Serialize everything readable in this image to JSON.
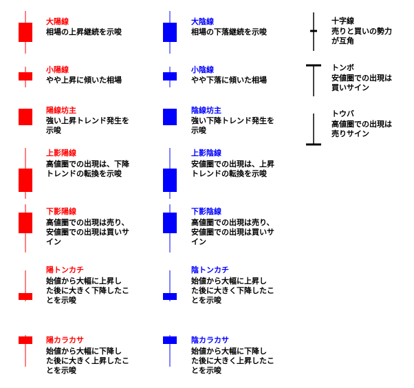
{
  "colors": {
    "bullish": "#ff0000",
    "bearish": "#0000ff",
    "neutral": "#000000"
  },
  "patterns": [
    {
      "id": "dai-yosen",
      "name": "大陽線",
      "desc": [
        "相場の上昇継続を示唆"
      ],
      "color": "red"
    },
    {
      "id": "sho-yosen",
      "name": "小陽線",
      "desc": [
        "やや上昇に傾いた相場"
      ],
      "color": "red"
    },
    {
      "id": "yosen-bozu",
      "name": "陽線坊主",
      "desc": [
        "強い上昇トレンド発生を",
        "示唆"
      ],
      "color": "red"
    },
    {
      "id": "uwakage-yosen",
      "name": "上影陽線",
      "desc": [
        "高値圏での出現は、下降",
        "トレンドの転換を示唆"
      ],
      "color": "red"
    },
    {
      "id": "shitakage-yosen",
      "name": "下影陽線",
      "desc": [
        "高値圏での出現は売り、",
        "安値圏での出現は買いサ",
        "イン"
      ],
      "color": "red"
    },
    {
      "id": "yo-tonkachi",
      "name": "陽トンカチ",
      "desc": [
        "始値から大幅に上昇し",
        "た後に大きく下降したこ",
        "とを示唆"
      ],
      "color": "red"
    },
    {
      "id": "yo-karakasa",
      "name": "陽カラカサ",
      "desc": [
        "始値から大幅に下降し",
        "た後に大きく上昇したこ",
        "とを示唆"
      ],
      "color": "red"
    },
    {
      "id": "dai-insen",
      "name": "大陰線",
      "desc": [
        "相場の下落継続を示唆"
      ],
      "color": "blue"
    },
    {
      "id": "sho-insen",
      "name": "小陰線",
      "desc": [
        "やや下落に傾いた相場"
      ],
      "color": "blue"
    },
    {
      "id": "insen-bozu",
      "name": "陰線坊主",
      "desc": [
        "強い下降トレンド発生を",
        "示唆"
      ],
      "color": "blue"
    },
    {
      "id": "uwakage-insen",
      "name": "上影陰線",
      "desc": [
        "安値圏での出現は、上昇",
        "トレンドの転換を示唆"
      ],
      "color": "blue"
    },
    {
      "id": "shitakage-insen",
      "name": "下影陰線",
      "desc": [
        "高値圏での出現は売り、",
        "安値圏での出現は買いサ",
        "イン"
      ],
      "color": "blue"
    },
    {
      "id": "in-tonkachi",
      "name": "陰トンカチ",
      "desc": [
        "始値から大幅に上昇し",
        "た後に大きく下降したこ",
        "とを示唆"
      ],
      "color": "blue"
    },
    {
      "id": "in-karakasa",
      "name": "陰カラカサ",
      "desc": [
        "始値から大幅に下降し",
        "た後に大きく上昇したこ",
        "とを示唆"
      ],
      "color": "blue"
    },
    {
      "id": "jujisen",
      "name": "十字線",
      "desc": [
        "売りと買いの勢力",
        "が互角"
      ],
      "color": "dark"
    },
    {
      "id": "tonbo",
      "name": "トンボ",
      "desc": [
        "安値圏での出現は",
        "買いサイン"
      ],
      "color": "dark"
    },
    {
      "id": "touba",
      "name": "トウバ",
      "desc": [
        "高値圏での出現は",
        "売りサイン"
      ],
      "color": "dark"
    }
  ]
}
